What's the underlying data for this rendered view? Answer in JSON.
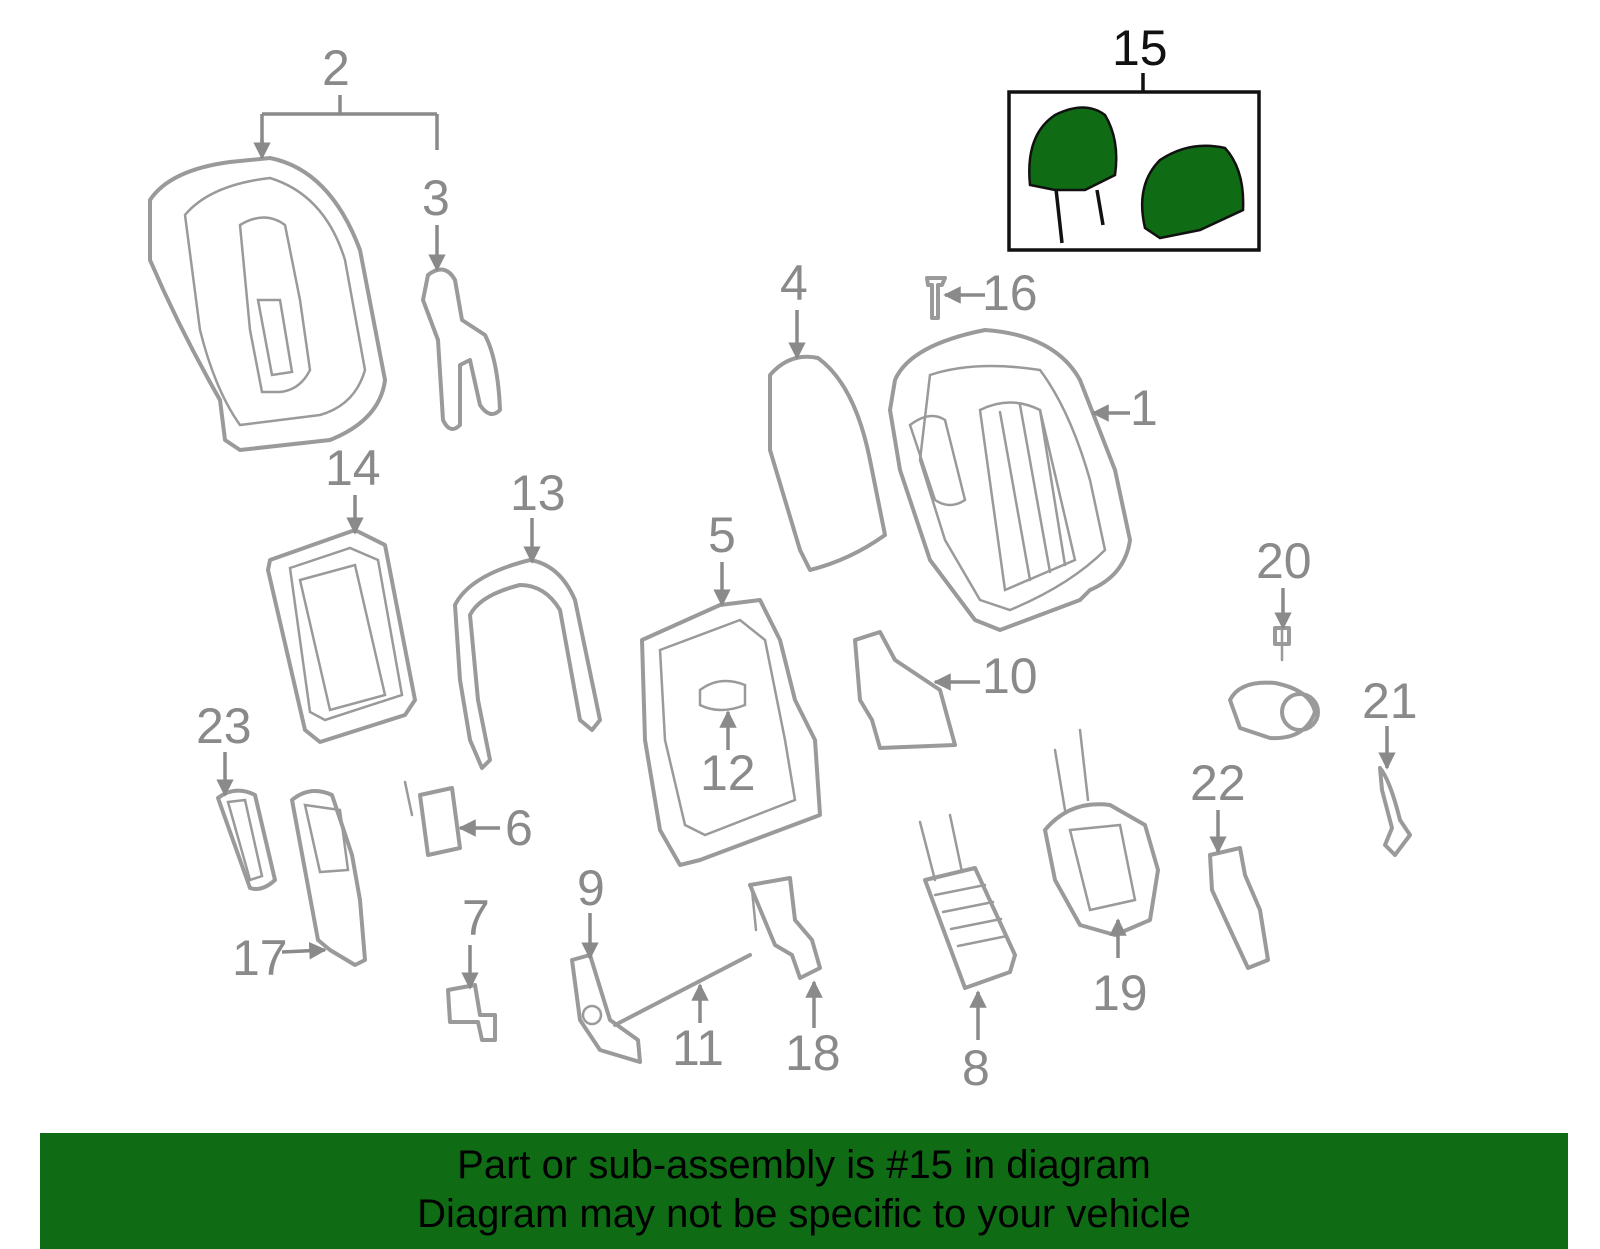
{
  "diagram": {
    "highlight_color": "#0f6b14",
    "part_color": "#9a9a9a",
    "callouts": {
      "c1": "1",
      "c2": "2",
      "c3": "3",
      "c4": "4",
      "c5": "5",
      "c6": "6",
      "c7": "7",
      "c8": "8",
      "c9": "9",
      "c10": "10",
      "c11": "11",
      "c12": "12",
      "c13": "13",
      "c14": "14",
      "c15": "15",
      "c16": "16",
      "c17": "17",
      "c18": "18",
      "c19": "19",
      "c20": "20",
      "c21": "21",
      "c22": "22",
      "c23": "23"
    },
    "highlighted_part": "15"
  },
  "banner": {
    "line1": "Part or sub-assembly is #15 in diagram",
    "line2": "Diagram may not be specific to your vehicle",
    "color": "#0f6b14"
  }
}
